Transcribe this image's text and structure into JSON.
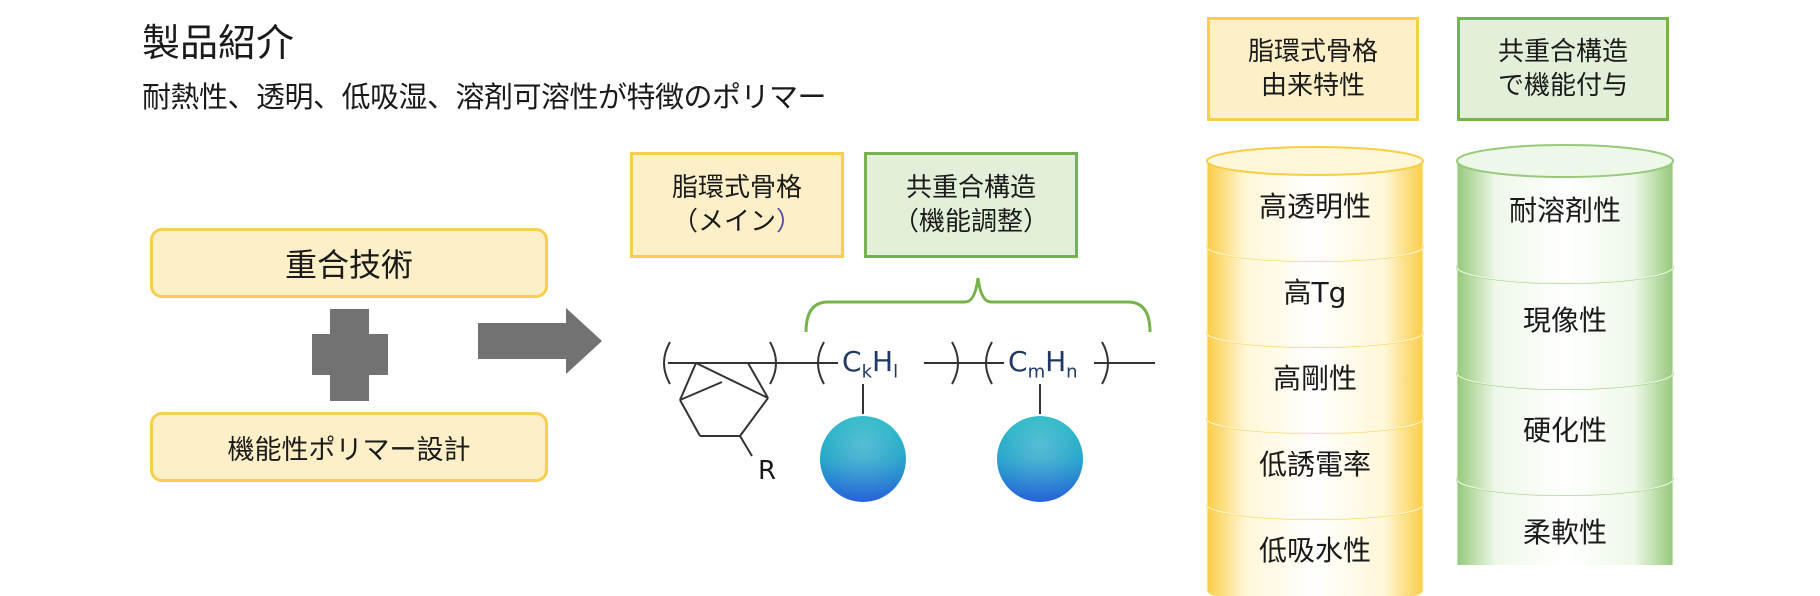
{
  "header": {
    "title": "製品紹介",
    "subtitle": "耐熱性、透明、低吸湿、溶剤可溶性が特徴のポリマー"
  },
  "left": {
    "technology_label": "重合技術",
    "design_label": "機能性ポリマー設計"
  },
  "structure": {
    "main_box_line1": "脂環式骨格",
    "main_box_line2": "（メイン",
    "main_box_line2_paren": "）",
    "copolymer_box_line1": "共重合構造",
    "copolymer_box_line2": "（機能調整）",
    "unit1_formula": {
      "c": "C",
      "k": "k",
      "h": "H",
      "l": "l"
    },
    "unit2_formula": {
      "c": "C",
      "m": "m",
      "h": "H",
      "n": "n"
    },
    "substituent": "R"
  },
  "stacks": {
    "alicyclic": {
      "header_line1": "脂環式骨格",
      "header_line2": "由来特性",
      "items": [
        "高透明性",
        "高Tg",
        "高剛性",
        "低誘電率",
        "低吸水性"
      ],
      "color_side": "#f9cd45",
      "color_light": "#fff7d8"
    },
    "copolymer": {
      "header_line1": "共重合構造",
      "header_line2": "で機能付与",
      "items": [
        "耐溶剤性",
        "現像性",
        "硬化性",
        "柔軟性"
      ],
      "color_side": "#96c97a",
      "color_light": "#eef8e8"
    }
  },
  "colors": {
    "yellow_fill": "#fdf0c8",
    "yellow_border": "#f7cf4d",
    "green_fill": "#e2f0d9",
    "green_border": "#77b34c",
    "arrow_gray": "#727272",
    "ball_top": "#1fb6c4",
    "ball_bottom": "#2a63d9"
  }
}
